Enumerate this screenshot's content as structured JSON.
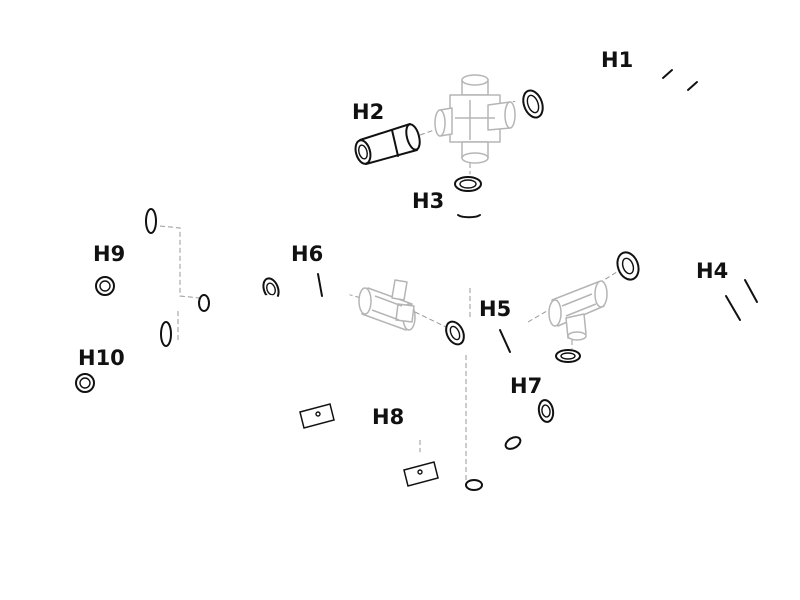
{
  "diagram": {
    "labels": {
      "h1": "H1",
      "h2": "H2",
      "h3": "H3",
      "h4": "H4",
      "h5": "H5",
      "h6": "H6",
      "h7": "H7",
      "h8": "H8",
      "h9": "H9",
      "h10": "H10"
    },
    "colors": {
      "line": "#111111",
      "ghost_fitting": "#b5b5b5",
      "guide_line": "#9a9a9a",
      "background": "#ffffff"
    }
  }
}
